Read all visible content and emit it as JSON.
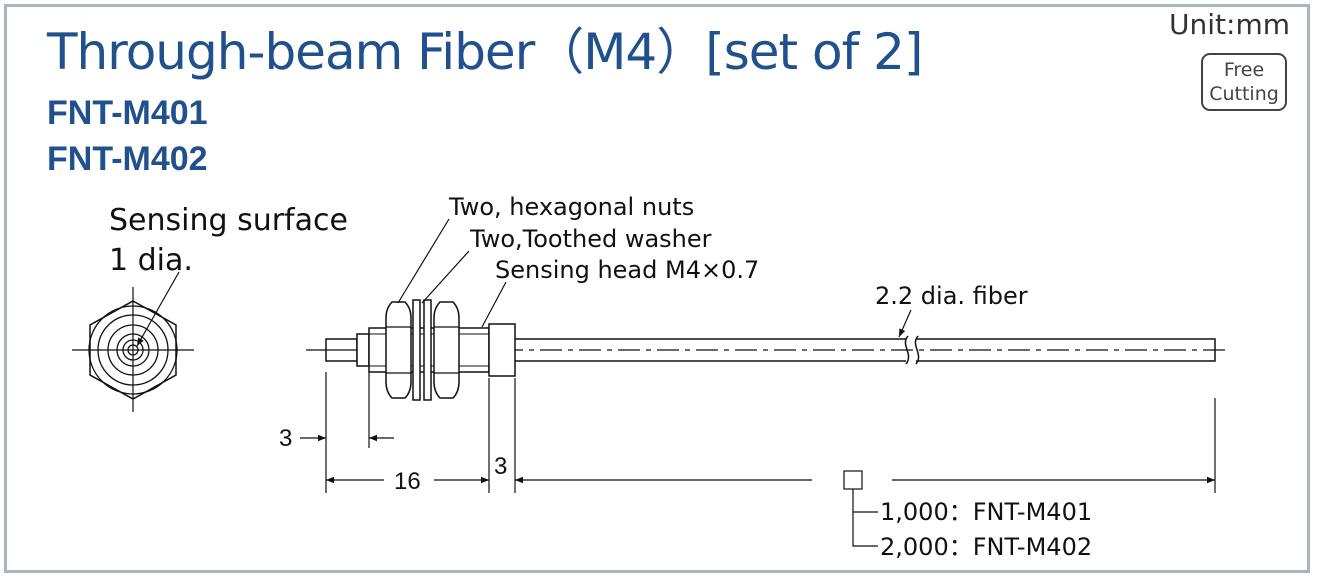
{
  "header": {
    "title": "Through-beam Fiber（M4）[set of 2]",
    "models": [
      "FNT-M401",
      "FNT-M402"
    ],
    "unit": "Unit:mm",
    "badge": [
      "Free",
      "Cutting"
    ]
  },
  "front_view": {
    "label_line1": "Sensing surface",
    "label_line2": "1 dia."
  },
  "callouts": {
    "nuts": "Two, hexagonal nuts",
    "washer": "Two,Toothed washer",
    "head": "Sensing head M4×0.7",
    "fiber": "2.2 dia. fiber"
  },
  "dimensions": {
    "tip": "3",
    "body": "16",
    "thread": "3"
  },
  "length_table": [
    {
      "length": "1,000",
      "model": "FNT-M401"
    },
    {
      "length": "2,000",
      "model": "FNT-M402"
    }
  ],
  "colors": {
    "title": "#21518c",
    "frame": "#a9b6c2",
    "line": "#111111"
  }
}
